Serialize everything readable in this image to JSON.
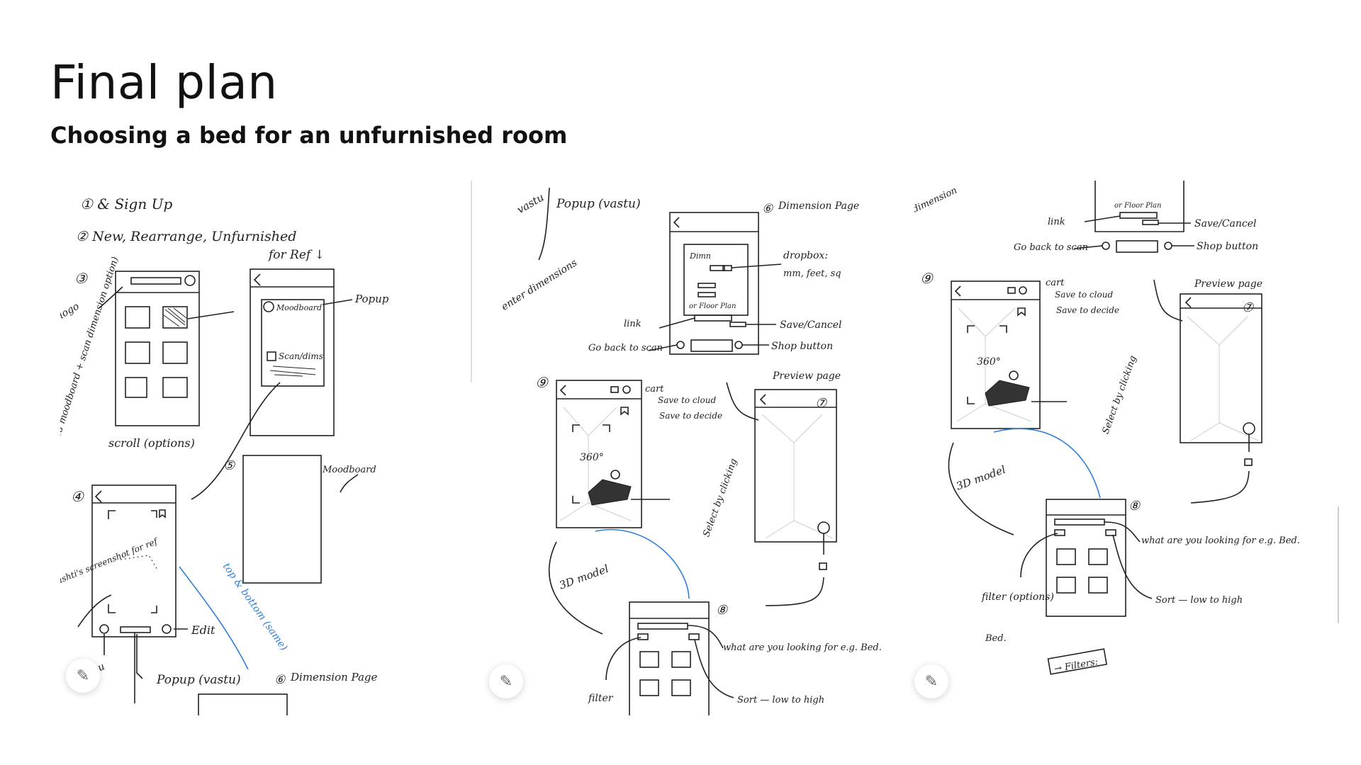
{
  "page": {
    "title": "Final plan",
    "subtitle": "Choosing a bed for an unfurnished room"
  },
  "icons": {
    "pen": "pen-tool-icon"
  },
  "panels": [
    {
      "notes": {
        "signup": "① & Sign Up",
        "new_options": "② New, Rearrange, Unfurnished",
        "step3": "③",
        "logo": "logo",
        "for_ref": "for Ref ↓",
        "popup": "Popup",
        "moodboard": "Moodboard",
        "scan_dims": "Scan/dims",
        "add_note": "(Add moodboard + scan dimension option)",
        "scroll": "scroll (options)",
        "step5": "⑤",
        "moodboard_label": "Moodboard",
        "step4": "④",
        "top_bottom": "top & bottom (same)",
        "ref_note": "Drashti's screenshot for ref",
        "edit": "Edit",
        "vastu": "vastu",
        "popup_vastu": "Popup (vastu)",
        "step6": "⑥",
        "dimension_page": "Dimension Page"
      }
    },
    {
      "notes": {
        "vastu": "vastu",
        "popup_vastu": "Popup (vastu)",
        "step6": "⑥",
        "dimension_page": "Dimension Page",
        "enter_dims": "enter dimensions",
        "dims_label": "Dimn",
        "floor_plan": "or Floor Plan",
        "dropbox": "dropbox:",
        "units": "mm, feet, sq",
        "link": "link",
        "save_cancel": "Save/Cancel",
        "go_back": "Go back to scan",
        "shop_button": "Shop button",
        "step9": "⑨",
        "cart": "cart",
        "save_cloud": "Save to cloud",
        "save_decide": "Save to decide",
        "deg360": "360°",
        "preview_page": "Preview page",
        "step7": "⑦",
        "select_click": "Select by clicking",
        "model_3d": "3D model",
        "step8": "⑧",
        "looking_for": "what are you looking for e.g. Bed.",
        "filter": "filter",
        "sort": "Sort — low to high"
      }
    },
    {
      "notes": {
        "dimension": "dimension",
        "floor_plan": "or Floor Plan",
        "link": "link",
        "save_cancel": "Save/Cancel",
        "go_back": "Go back to scan",
        "shop_button": "Shop button",
        "step9": "⑨",
        "cart": "cart",
        "save_cloud": "Save to cloud",
        "save_decide": "Save to decide",
        "deg360": "360°",
        "preview_page": "Preview page",
        "step7": "⑦",
        "select_click": "Select by clicking",
        "model_3d": "3D model",
        "step8": "⑧",
        "looking_for": "what are you looking for e.g. Bed.",
        "filter_options": "filter (options)",
        "bed": "Bed.",
        "sort": "Sort — low to high",
        "filters": "→ Filters:"
      }
    }
  ]
}
